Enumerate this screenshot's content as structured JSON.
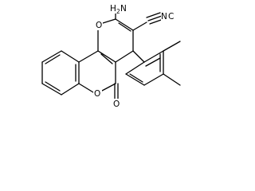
{
  "structure": {
    "labels": {
      "amino_h": "H",
      "amino_sub": "2",
      "amino_n": "N",
      "nitrile_n": "N",
      "nitrile_c": "C",
      "ring_o": "O",
      "lactone_o": "O",
      "carbonyl_o": "O"
    }
  }
}
